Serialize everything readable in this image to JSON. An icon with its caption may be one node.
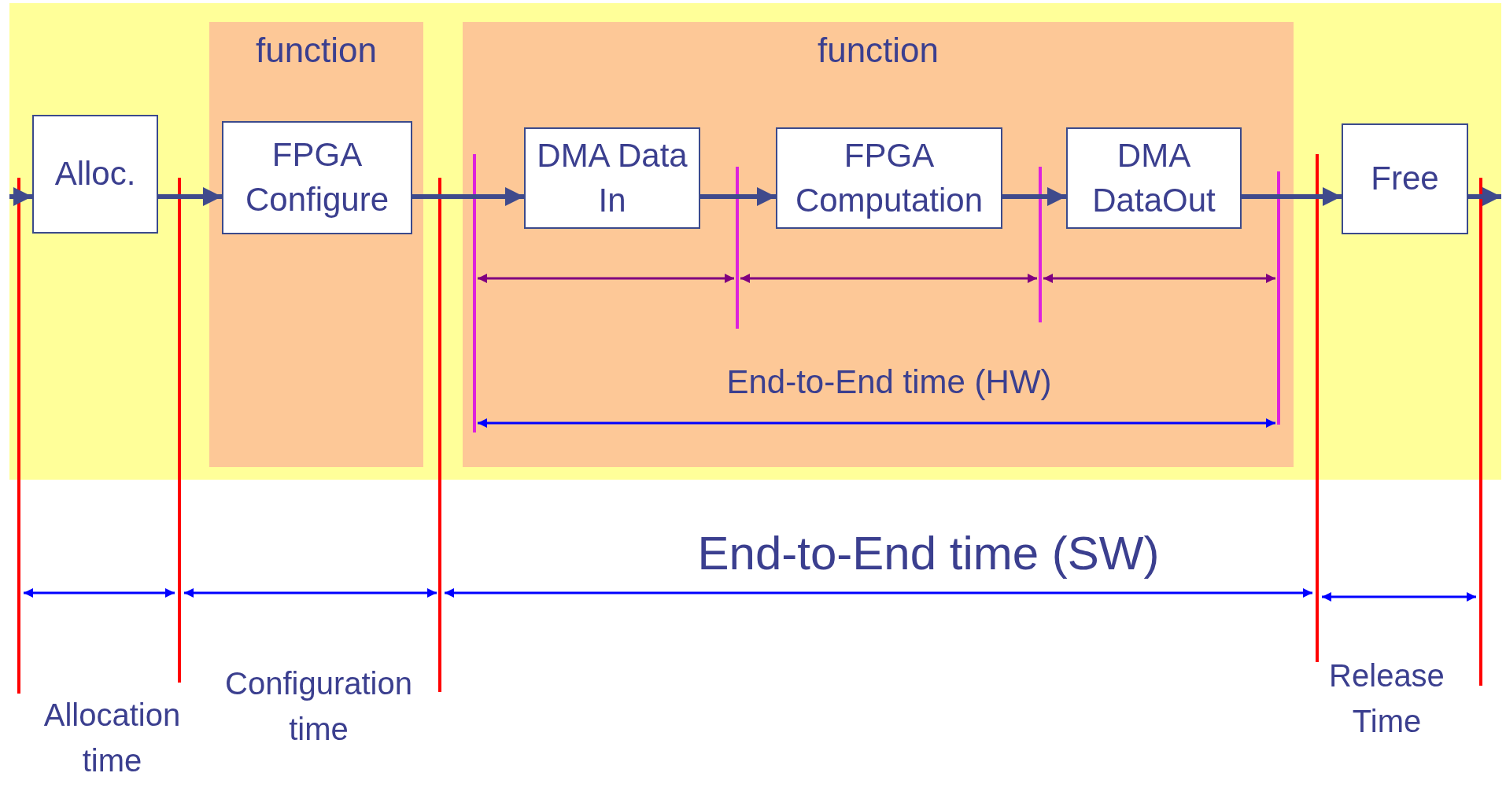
{
  "diagram": {
    "nodes": [
      {
        "text": [
          "Alloc."
        ]
      },
      {
        "text": [
          "function"
        ]
      },
      {
        "text": [
          "FPGA Configure"
        ],
        "in": 1
      },
      {
        "text": [
          "function"
        ]
      },
      {
        "text": [
          "DMA Data In"
        ],
        "in": 3
      },
      {
        "text": [
          "FPGA Computation"
        ],
        "in": 3
      },
      {
        "text": [
          "DMA DataOut"
        ],
        "in": 3
      },
      {
        "text": [
          "Free"
        ]
      }
    ],
    "edges": [
      {
        "from": null,
        "to": 0,
        "arrow": "to"
      },
      {
        "from": 0,
        "to": 2,
        "arrow": "to"
      },
      {
        "from": 2,
        "to": 4,
        "arrow": "to"
      },
      {
        "from": 4,
        "to": 5,
        "arrow": "to"
      },
      {
        "from": 5,
        "to": 6,
        "arrow": "to"
      },
      {
        "from": 6,
        "to": 7,
        "arrow": "to"
      },
      {
        "from": 7,
        "to": null,
        "arrow": "to"
      }
    ],
    "labels": [
      "End-to-End time (HW)",
      "End-to-End time (SW)",
      "Allocation time",
      "Configuration time",
      "Release Time"
    ]
  }
}
